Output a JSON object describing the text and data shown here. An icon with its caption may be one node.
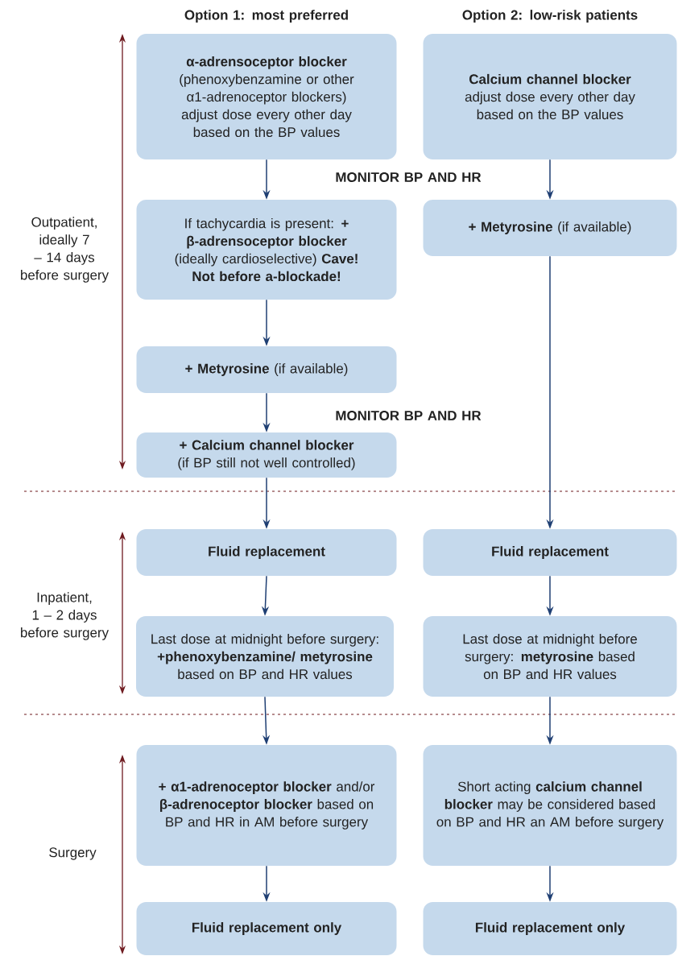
{
  "diagram": {
    "nodes": [
      {
        "text": [
          "**α-adrensoceptor blocker** (phenoxybenzamine or other α1-adrenoceptor blockers) adjust dose every other day based on the BP values"
        ]
      },
      {
        "text": [
          "**Calcium channel blocker** adjust dose every other day based on the BP values"
        ]
      },
      {
        "text": [
          "If tachycardia is present: **+ β-adrensoceptor blocker** (ideally cardioselective) **Cave! Not before a-blockade!**"
        ]
      },
      {
        "text": [
          "**+ Metyrosine** (if available)"
        ]
      },
      {
        "text": [
          "**+ Metyrosine** (if available)"
        ]
      },
      {
        "text": [
          "**+ Calcium channel blocker** (if BP still not well controlled)"
        ]
      },
      {
        "text": [
          "Fluid replacement"
        ]
      },
      {
        "text": [
          "Fluid replacement"
        ]
      },
      {
        "text": [
          "Last dose at midnight before surgery: **+phenoxybenzamine/ metyrosine** based on BP and HR values"
        ]
      },
      {
        "text": [
          "Last dose at midnight before surgery: **metyrosine** based on BP and HR values"
        ]
      },
      {
        "text": [
          "**+ α1-adrenoceptor blocker** and/or **β-adrenoceptor blocker** based on BP and HR in AM before surgery"
        ]
      },
      {
        "text": [
          "Short acting **calcium channel blocker** may be considered based on BP and HR an AM before surgery"
        ]
      },
      {
        "text": [
          "Fluid replacement only"
        ]
      },
      {
        "text": [
          "Fluid replacement only"
        ]
      }
    ],
    "edges": [
      {
        "from": 0,
        "to": 2,
        "arrow": "to"
      },
      {
        "from": 2,
        "to": 4,
        "arrow": "to"
      },
      {
        "from": 4,
        "to": 5,
        "arrow": "to"
      },
      {
        "from": 5,
        "to": 6,
        "arrow": "to"
      },
      {
        "from": 1,
        "to": 3,
        "arrow": "to"
      },
      {
        "from": 3,
        "to": 7,
        "arrow": "to"
      },
      {
        "from": 6,
        "to": 8,
        "arrow": "to"
      },
      {
        "from": 7,
        "to": 9,
        "arrow": "to"
      },
      {
        "from": 8,
        "to": 10,
        "arrow": "to"
      },
      {
        "from": 9,
        "to": 11,
        "arrow": "to"
      },
      {
        "from": 10,
        "to": 12,
        "arrow": "to"
      },
      {
        "from": 11,
        "to": 13,
        "arrow": "to"
      }
    ],
    "labels": [
      "Option 1: most preferred",
      "Option 2: low-risk patients",
      "Outpatient, ideally 7 – 14 days before surgery",
      "MONITOR BP AND HR",
      "MONITOR BP AND HR",
      "Inpatient, 1 – 2 days before surgery",
      "Surgery"
    ]
  }
}
